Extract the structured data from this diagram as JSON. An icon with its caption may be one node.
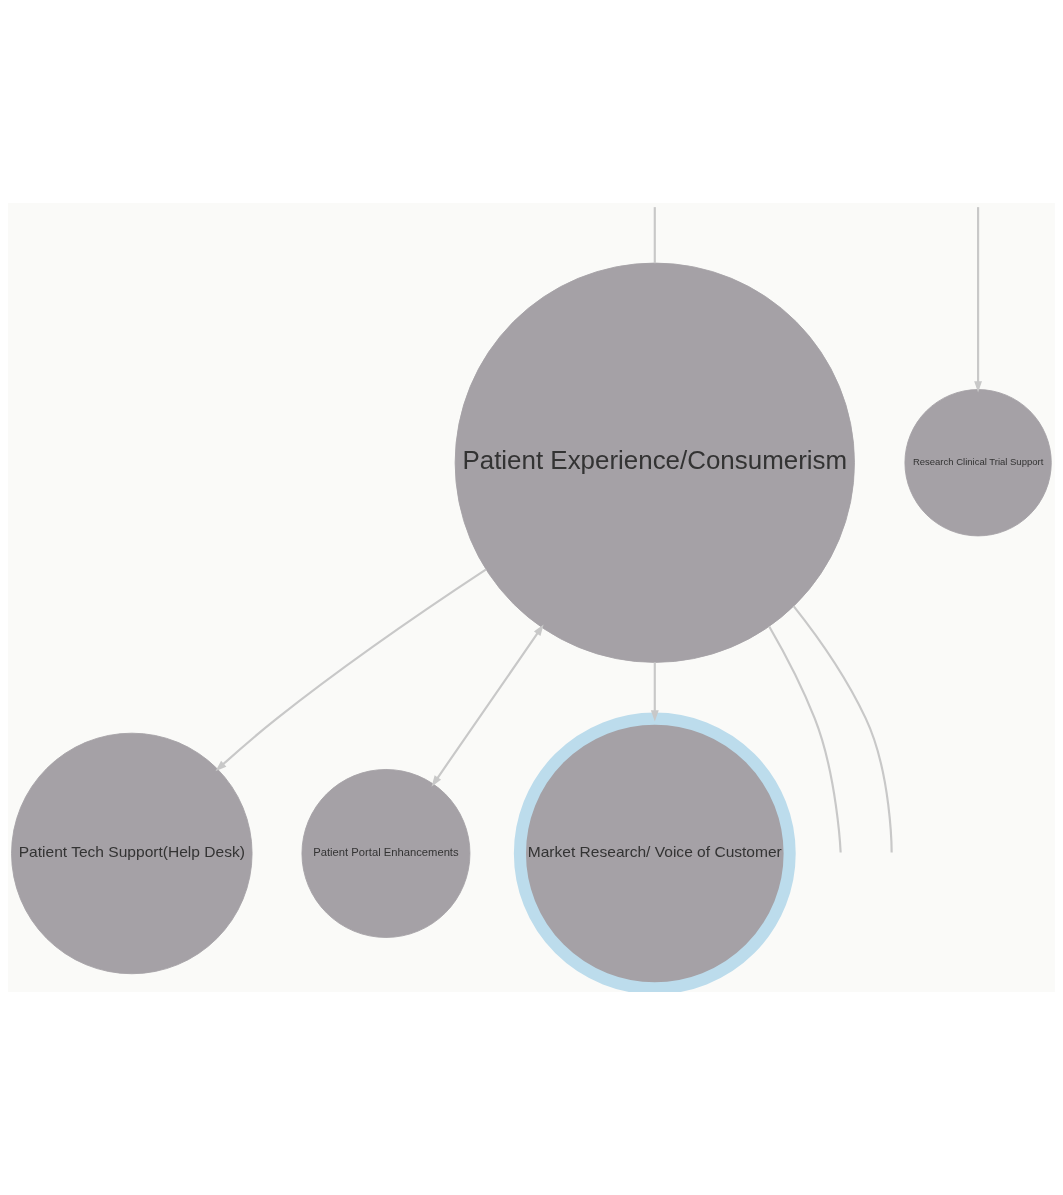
{
  "diagram": {
    "nodes": [
      {
        "text": [
          "Patient Tech Support(Help Desk)"
        ]
      },
      {
        "text": [
          "Patient Portal Enhancements"
        ]
      },
      {
        "text": [
          "Patient Experience/Consumerism"
        ]
      },
      {
        "text": [
          "Market Research/ Voice of Customer"
        ]
      },
      {
        "text": [
          "Research Clinical Trial Support"
        ]
      }
    ],
    "edges": [
      {
        "from": 2,
        "to": 0,
        "arrow": "to"
      },
      {
        "from": 2,
        "to": 1,
        "arrow": "both"
      },
      {
        "from": 2,
        "to": 3,
        "arrow": "to"
      },
      {
        "from": null,
        "to": 2,
        "arrow": "none"
      },
      {
        "from": 2,
        "to": null,
        "arrow": "none"
      },
      {
        "from": 2,
        "to": null,
        "arrow": "none"
      },
      {
        "from": null,
        "to": 4,
        "arrow": "to"
      }
    ]
  }
}
